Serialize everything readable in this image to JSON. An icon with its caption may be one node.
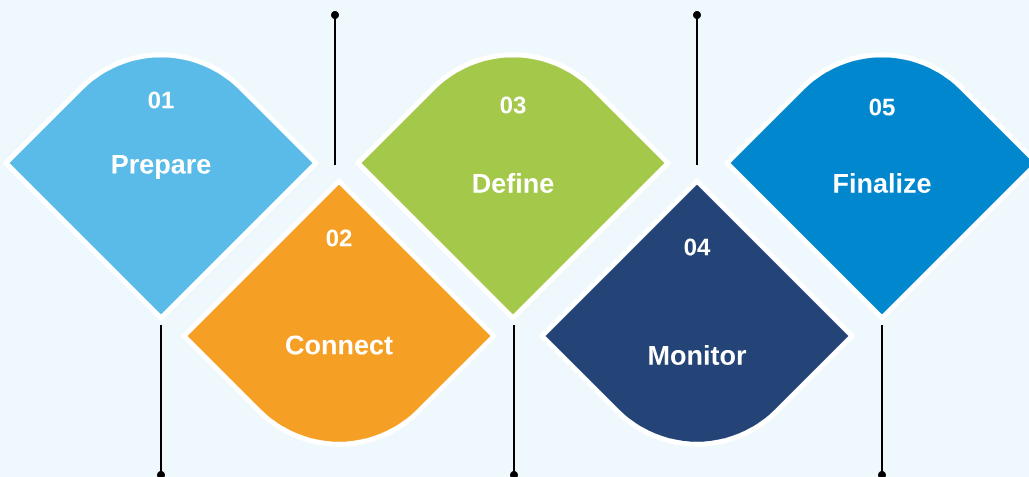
{
  "diagram": {
    "nodes": [
      {
        "text": [
          "01",
          "Prepare"
        ]
      },
      {
        "text": [
          "02",
          "Connect"
        ]
      },
      {
        "text": [
          "03",
          "Define"
        ]
      },
      {
        "text": [
          "04",
          "Monitor"
        ]
      },
      {
        "text": [
          "05",
          "Finalize"
        ]
      }
    ]
  }
}
